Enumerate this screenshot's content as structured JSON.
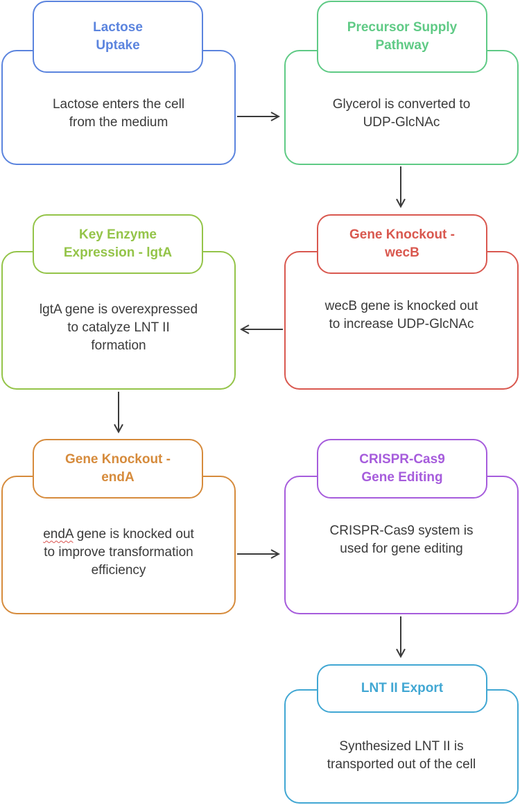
{
  "colors": {
    "blue": "#5b84de",
    "green": "#5fca85",
    "lime": "#94c449",
    "red": "#d9584f",
    "orange": "#d68b3c",
    "purple": "#a65cdc",
    "cyan": "#41a7d3",
    "arrow": "#3a3a3a"
  },
  "nodes": [
    {
      "id": "lactose-uptake",
      "title": "Lactose\nUptake",
      "description": "Lactose enters the cell\nfrom the medium",
      "color": "blue"
    },
    {
      "id": "precursor-supply",
      "title": "Precursor Supply\nPathway",
      "description": "Glycerol is converted to\nUDP-GlcNAc",
      "color": "green"
    },
    {
      "id": "key-enzyme",
      "title": "Key Enzyme\nExpression - lgtA",
      "description": "lgtA gene is overexpressed\nto catalyze LNT II\nformation",
      "color": "lime"
    },
    {
      "id": "knockout-wecb",
      "title": "Gene Knockout -\nwecB",
      "description": "wecB gene is knocked out\nto increase UDP-GlcNAc",
      "color": "red"
    },
    {
      "id": "knockout-enda",
      "title": "Gene Knockout -\nendA",
      "description_word": "endA",
      "description_rest": " gene is knocked out\nto improve transformation\nefficiency",
      "color": "orange"
    },
    {
      "id": "crispr",
      "title": "CRISPR-Cas9\nGene Editing",
      "description": "CRISPR-Cas9 system is\nused for gene editing",
      "color": "purple"
    },
    {
      "id": "lnt-export",
      "title": "LNT II Export",
      "description": "Synthesized LNT II is\ntransported out of the cell",
      "color": "cyan"
    }
  ],
  "edges": [
    {
      "from": "lactose-uptake",
      "to": "precursor-supply"
    },
    {
      "from": "precursor-supply",
      "to": "knockout-wecb"
    },
    {
      "from": "knockout-wecb",
      "to": "key-enzyme"
    },
    {
      "from": "key-enzyme",
      "to": "knockout-enda"
    },
    {
      "from": "knockout-enda",
      "to": "crispr"
    },
    {
      "from": "crispr",
      "to": "lnt-export"
    }
  ]
}
